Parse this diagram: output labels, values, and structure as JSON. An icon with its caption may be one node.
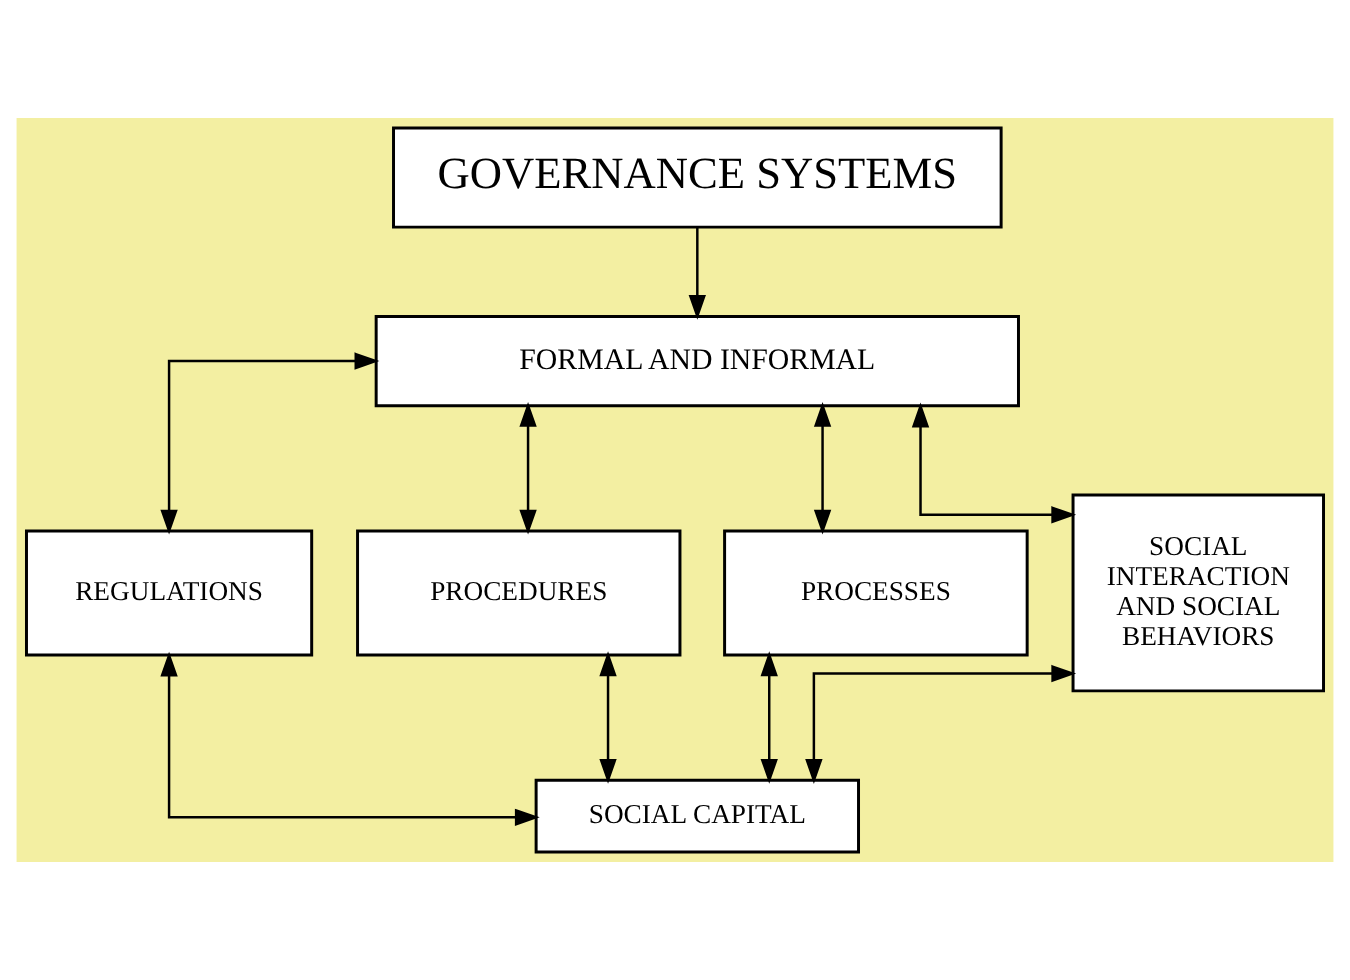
{
  "diagram": {
    "nodes": [
      {
        "text": [
          "GOVERNANCE SYSTEMS"
        ]
      },
      {
        "text": [
          "FORMAL AND INFORMAL"
        ]
      },
      {
        "text": [
          "REGULATIONS"
        ]
      },
      {
        "text": [
          "PROCEDURES"
        ]
      },
      {
        "text": [
          "PROCESSES"
        ]
      },
      {
        "text": [
          "SOCIAL INTERACTION AND SOCIAL BEHAVIORS"
        ]
      },
      {
        "text": [
          "SOCIAL CAPITAL"
        ]
      }
    ],
    "edges": [
      {
        "from": 0,
        "to": 1,
        "arrow": "to"
      },
      {
        "from": 1,
        "to": 2,
        "arrow": "both"
      },
      {
        "from": 1,
        "to": 3,
        "arrow": "both"
      },
      {
        "from": 1,
        "to": 4,
        "arrow": "both"
      },
      {
        "from": 1,
        "to": 5,
        "arrow": "both"
      },
      {
        "from": 2,
        "to": 6,
        "arrow": "both"
      },
      {
        "from": 3,
        "to": 6,
        "arrow": "both"
      },
      {
        "from": 4,
        "to": 6,
        "arrow": "both"
      },
      {
        "from": 5,
        "to": 6,
        "arrow": "both"
      }
    ]
  }
}
